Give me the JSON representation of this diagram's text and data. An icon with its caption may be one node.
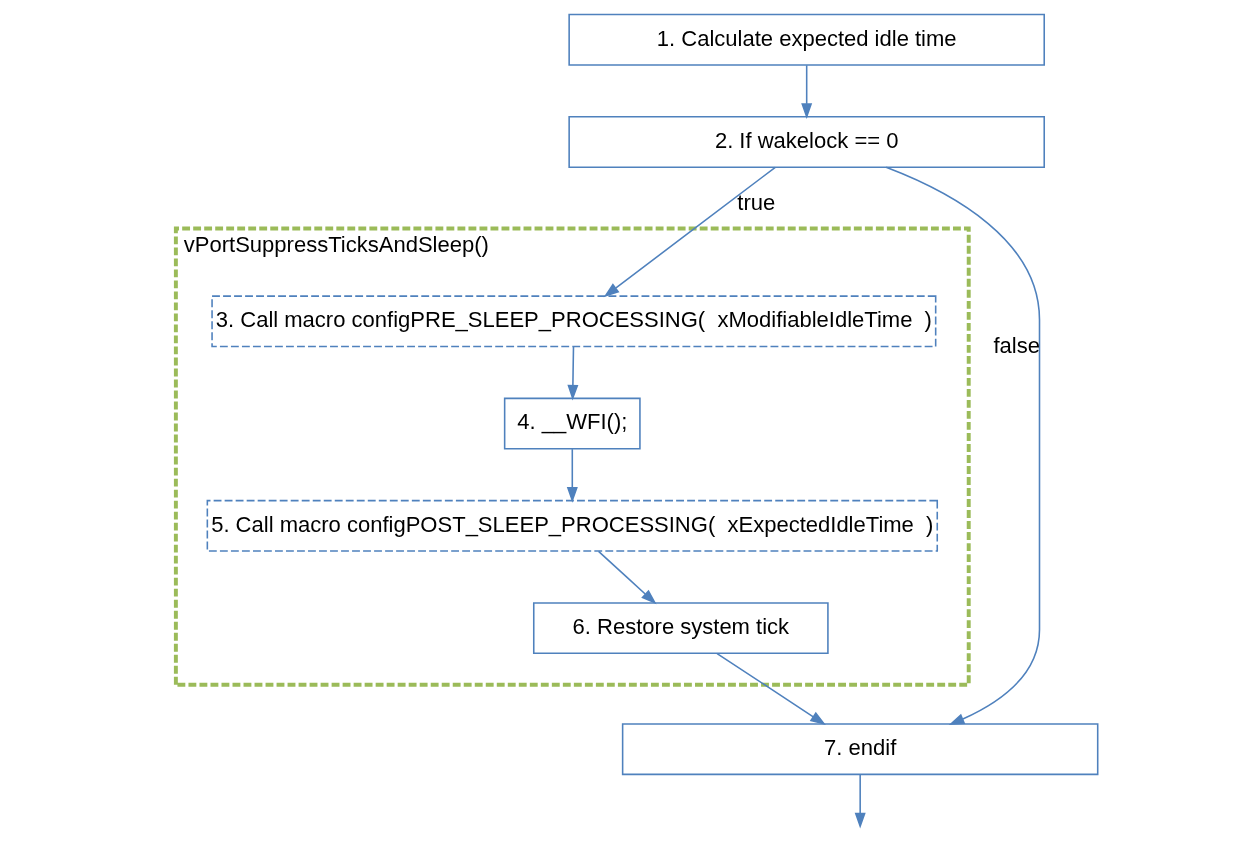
{
  "diagram": {
    "nodes": [
      {
        "text": [
          "1. Calculate expected idle time"
        ]
      },
      {
        "text": [
          "2. If wakelock == 0"
        ]
      },
      {
        "text": [
          "vPortSuppressTicksAndSleep()"
        ]
      },
      {
        "text": [
          "3. Call macro configPRE_SLEEP_PROCESSING(  xModifiableIdleTime  )"
        ],
        "in": 2
      },
      {
        "text": [
          "4. __WFI();"
        ],
        "in": 2
      },
      {
        "text": [
          "5. Call macro configPOST_SLEEP_PROCESSING(  xExpectedIdleTime  )"
        ],
        "in": 2
      },
      {
        "text": [
          "6. Restore system tick"
        ],
        "in": 2
      },
      {
        "text": [
          "7. endif"
        ]
      }
    ],
    "edges": [
      {
        "from": 0,
        "to": 1,
        "arrow": "to"
      },
      {
        "from": 1,
        "to": 3,
        "arrow": "to",
        "label": "true"
      },
      {
        "from": 3,
        "to": 4,
        "arrow": "to"
      },
      {
        "from": 4,
        "to": 5,
        "arrow": "to"
      },
      {
        "from": 5,
        "to": 6,
        "arrow": "to"
      },
      {
        "from": 6,
        "to": 7,
        "arrow": "to"
      },
      {
        "from": 1,
        "to": 7,
        "arrow": "to",
        "label": "false"
      },
      {
        "from": 7,
        "to": null,
        "arrow": "to"
      }
    ]
  }
}
